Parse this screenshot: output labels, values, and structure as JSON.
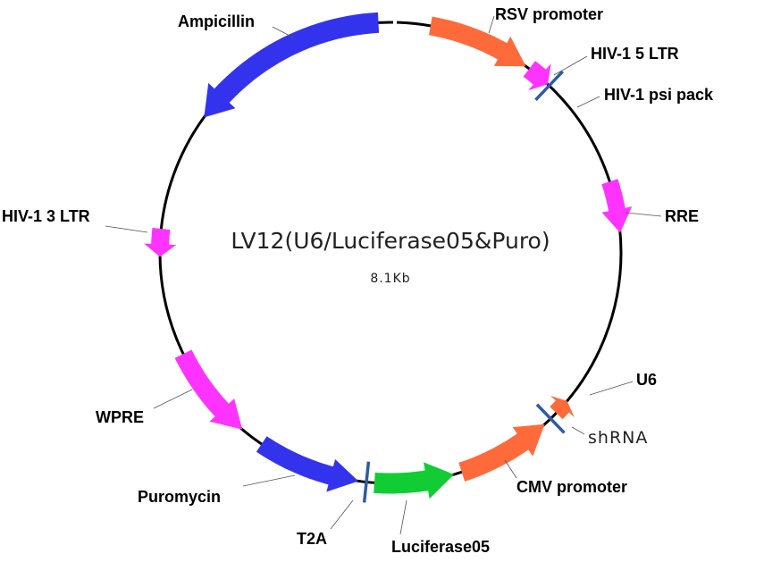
{
  "plasmid": {
    "name": "LV12(U6/Luciferase05&Puro)",
    "size": "8.1Kb"
  },
  "colors": {
    "promoter": "#FF6A3A",
    "ltr_element": "#FF33FF",
    "resistance": "#3333EE",
    "reporter": "#11CC33",
    "site_mark": "#2E5C9E",
    "backbone": "#000000"
  },
  "features": [
    {
      "name": "RSV promoter",
      "kind": "promoter"
    },
    {
      "name": "HIV-1 5 LTR",
      "kind": "ltr_element"
    },
    {
      "name": "HIV-1 psi pack",
      "kind": "site_mark"
    },
    {
      "name": "RRE",
      "kind": "ltr_element"
    },
    {
      "name": "U6",
      "kind": "promoter"
    },
    {
      "name": "shRNA",
      "kind": "site_mark"
    },
    {
      "name": "CMV promoter",
      "kind": "promoter"
    },
    {
      "name": "Luciferase05",
      "kind": "reporter"
    },
    {
      "name": "T2A",
      "kind": "site_mark"
    },
    {
      "name": "Puromycin",
      "kind": "resistance"
    },
    {
      "name": "WPRE",
      "kind": "ltr_element"
    },
    {
      "name": "HIV-1 3 LTR",
      "kind": "ltr_element"
    },
    {
      "name": "Ampicillin",
      "kind": "resistance"
    }
  ]
}
